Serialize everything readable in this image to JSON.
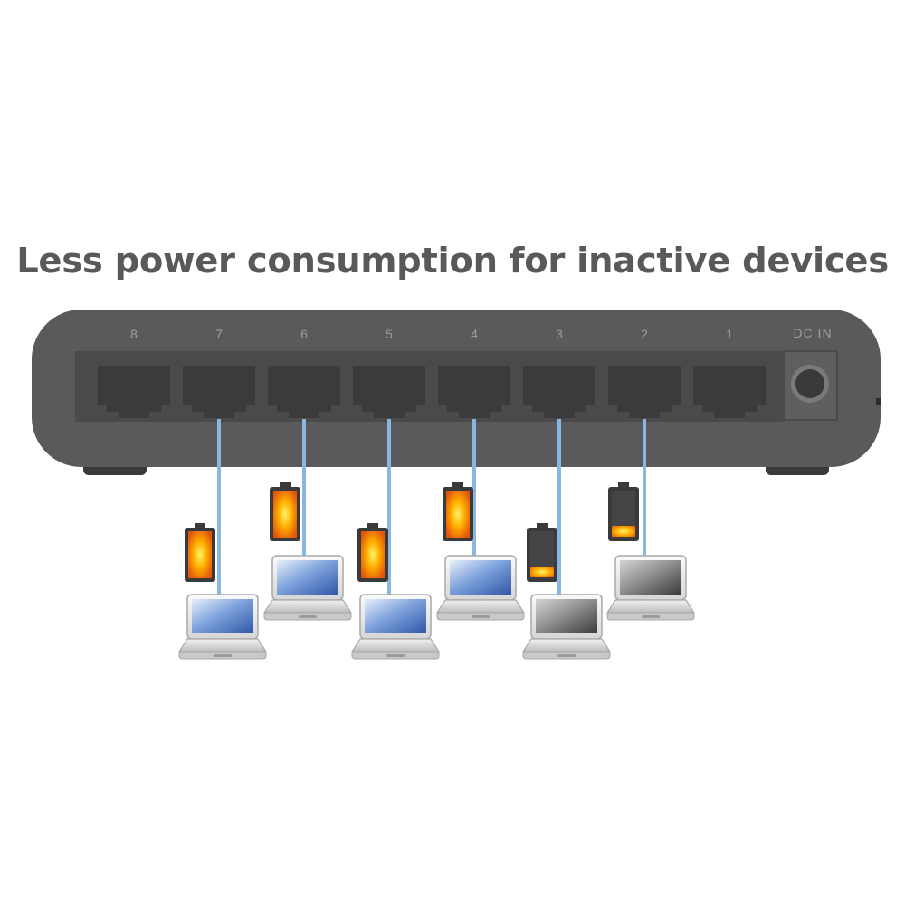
{
  "headline": "Less power consumption for inactive devices",
  "switch": {
    "port_labels": [
      "8",
      "7",
      "6",
      "5",
      "4",
      "3",
      "2",
      "1"
    ],
    "power_label": "DC IN",
    "colors": {
      "body": "#5a5a5c",
      "port_panel": "#4a4a4c",
      "port_jack": "#3b3b3d",
      "label": "#9e9e9e"
    }
  },
  "cable_color": "#8ab6e0",
  "devices": [
    {
      "port": "7",
      "status": "active",
      "battery": "full",
      "icon": "laptop-icon"
    },
    {
      "port": "6",
      "status": "active",
      "battery": "full",
      "icon": "laptop-icon"
    },
    {
      "port": "5",
      "status": "active",
      "battery": "full",
      "icon": "laptop-icon"
    },
    {
      "port": "4",
      "status": "active",
      "battery": "full",
      "icon": "laptop-icon"
    },
    {
      "port": "3",
      "status": "inactive",
      "battery": "low",
      "icon": "laptop-icon"
    },
    {
      "port": "2",
      "status": "inactive",
      "battery": "low",
      "icon": "laptop-icon"
    }
  ]
}
